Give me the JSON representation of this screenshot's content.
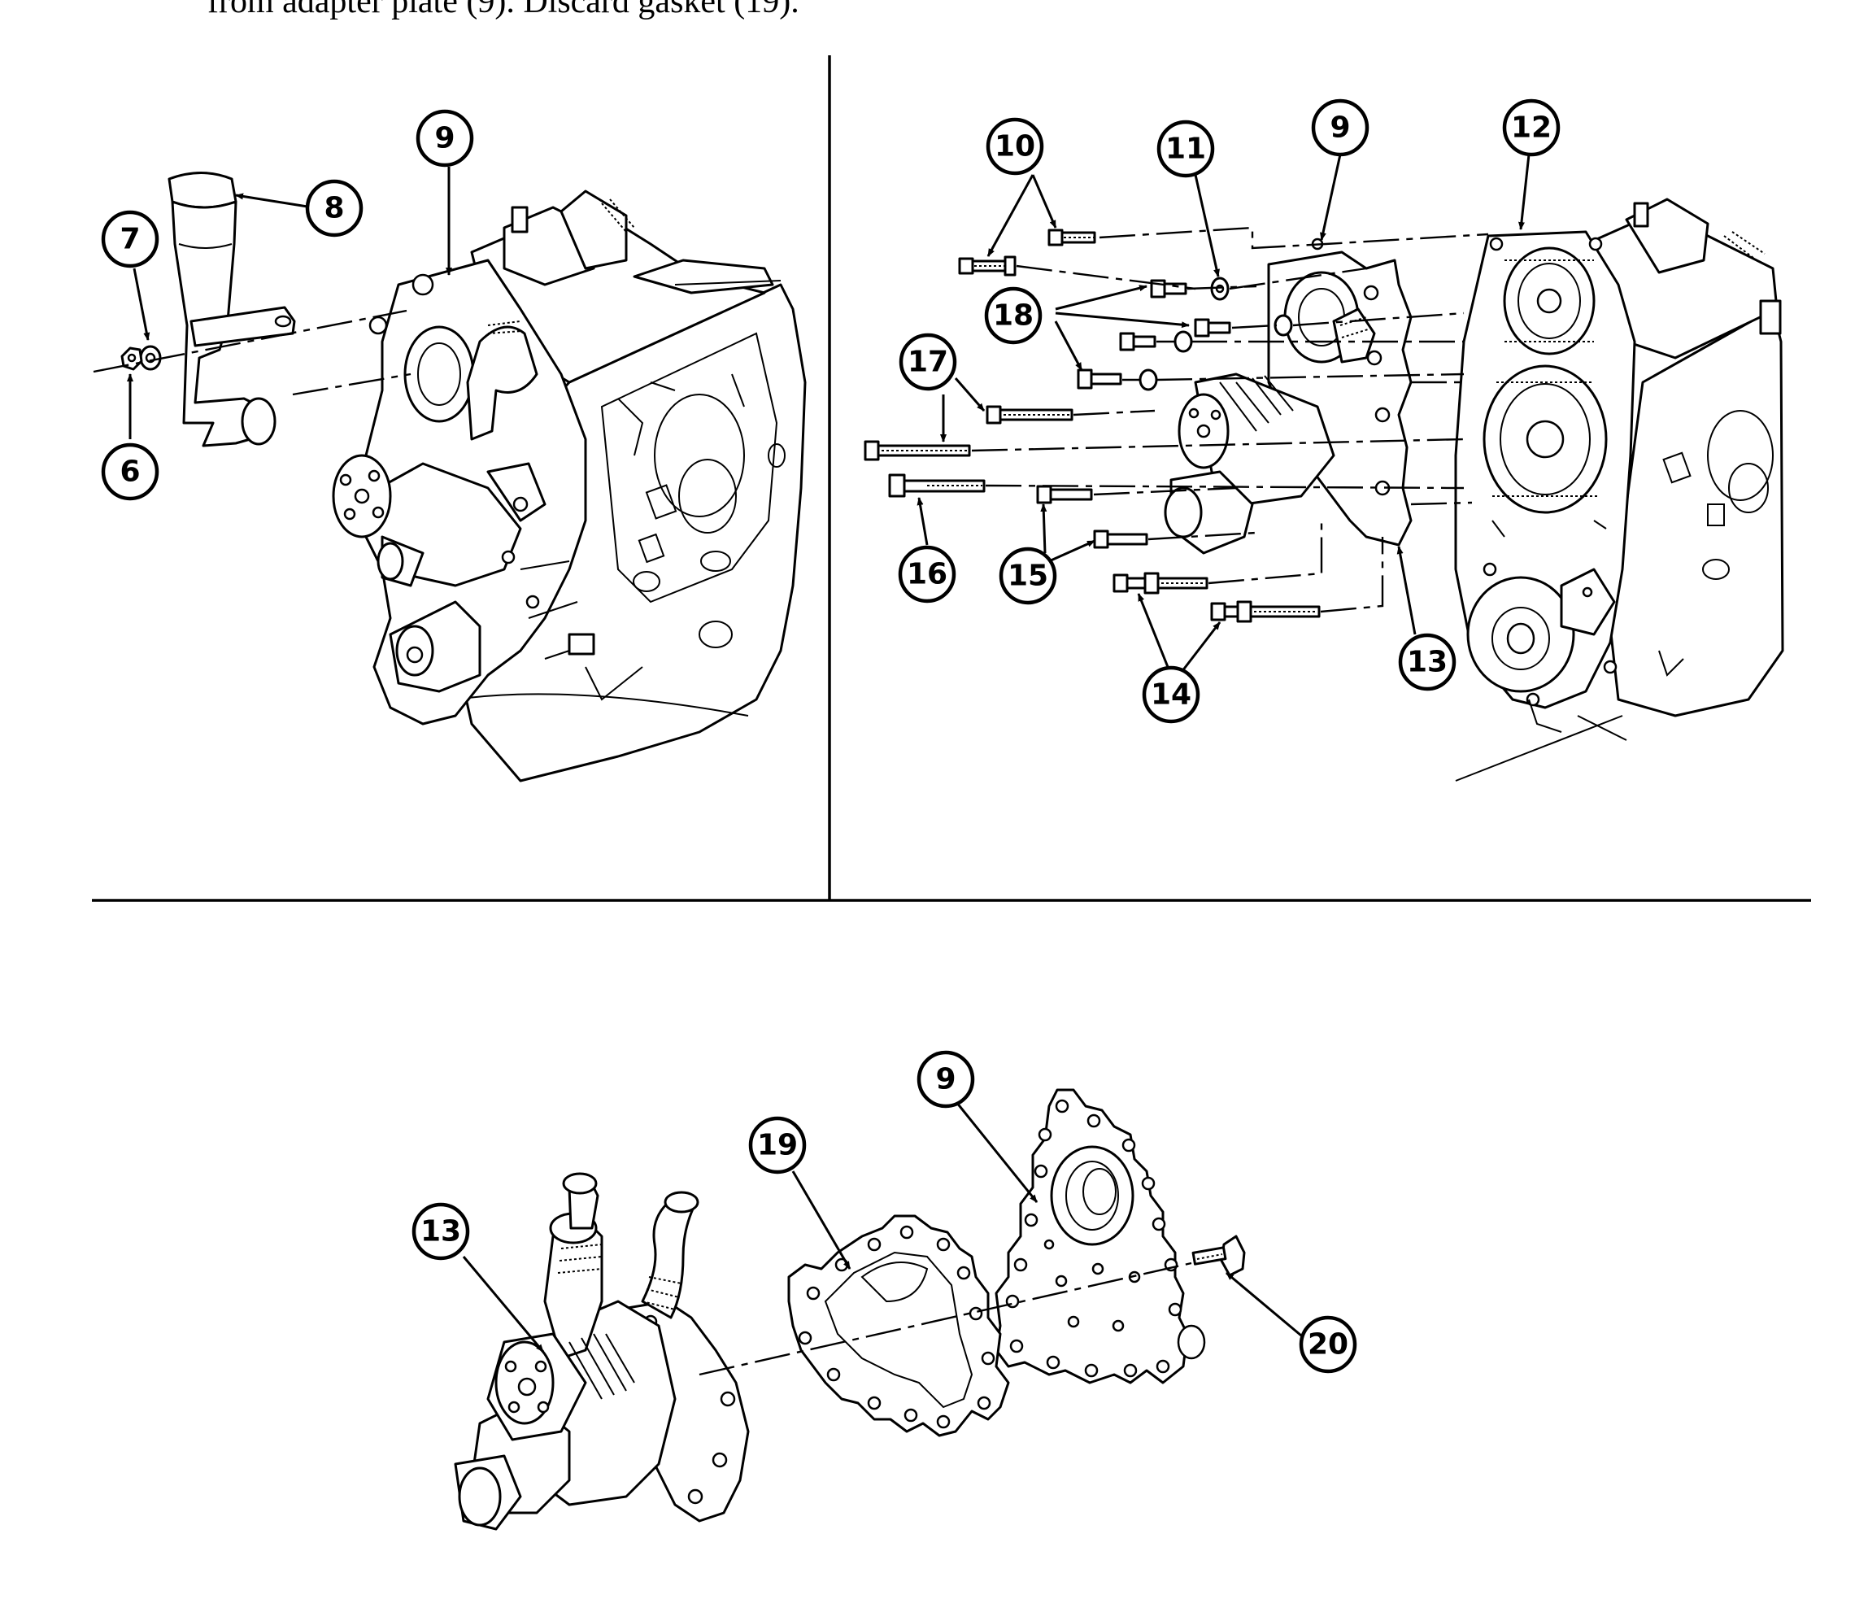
{
  "intro_text": "from adapter plate (9). Discard gasket (19).",
  "callouts": {
    "c6": "6",
    "c7": "7",
    "c8": "8",
    "c9a": "9",
    "c10": "10",
    "c11": "11",
    "c9b": "9",
    "c12": "12",
    "c13a": "13",
    "c14": "14",
    "c15": "15",
    "c16": "16",
    "c17": "17",
    "c18": "18",
    "c9c": "9",
    "c13b": "13",
    "c19": "19",
    "c20": "20"
  }
}
